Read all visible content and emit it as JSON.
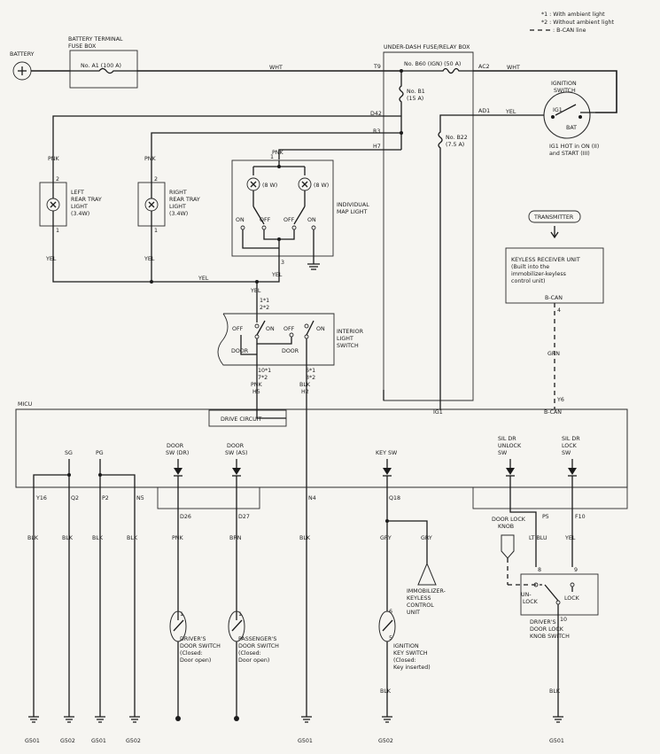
{
  "legend": {
    "n1": "*1 : With ambient light",
    "n2": "*2 : Without ambient light",
    "n3": ": B-CAN line"
  },
  "battery": "BATTERY",
  "fuse_box_term": {
    "l1": "BATTERY TERMINAL",
    "l2": "FUSE BOX",
    "fuse": "No. A1 (100 A)"
  },
  "relay_box": {
    "title": "UNDER-DASH FUSE/RELAY BOX",
    "b60": "No. B60 (IGN) (50 A)",
    "b1a": "No. B1",
    "b1b": "(15 A)",
    "b22a": "No. B22",
    "b22b": "(7.5 A)"
  },
  "ign": {
    "l1": "IGNITION",
    "l2": "SWITCH",
    "ig1": "IG1",
    "bat": "BAT",
    "n1": "IG1 HOT in ON (II)",
    "n2": "and START (III)"
  },
  "wires": {
    "wht1": "WHT",
    "wht2": "WHT",
    "yel_ad1": "YEL",
    "pnk_l": "PNK",
    "pnk_r": "PNK",
    "pnk_map": "PNK",
    "yel_l": "YEL",
    "yel_r": "YEL",
    "yel_bus": "YEL",
    "yel_map": "YEL",
    "yel_sw": "YEL",
    "grn": "GRN",
    "pnk_h5": "PNK",
    "blk_h2": "BLK",
    "blk_y16": "BLK",
    "blk_q2": "BLK",
    "blk_p2": "BLK",
    "blk_n5": "BLK",
    "pnk_d26": "PNK",
    "brn_d27": "BRN",
    "blk_n4": "BLK",
    "gry_q18": "GRY",
    "gry_imm": "GRY",
    "ltblu": "LT BLU",
    "yel_f10": "YEL",
    "blk_ign": "BLK",
    "blk_lock": "BLK"
  },
  "pins": {
    "t9": "T9",
    "ac2": "AC2",
    "ad1": "AD1",
    "d42": "D42",
    "r3": "R3",
    "h7": "H7",
    "p2l": "2",
    "p1l": "1",
    "p2r": "2",
    "p1r": "1",
    "pm1": "1",
    "pm3": "3",
    "s1": "1*1",
    "s2": "2*2",
    "s10": "10*1",
    "s7": "7*2",
    "s6": "6*1",
    "s3": "3*2",
    "h5": "H5",
    "h2": "H2",
    "y6": "Y6",
    "p4": "4",
    "y16": "Y16",
    "q2": "Q2",
    "p2": "P2",
    "n5": "N5",
    "d26": "D26",
    "d27": "D27",
    "n4": "N4",
    "q18": "Q18",
    "p5": "P5",
    "f10": "F10",
    "k8": "8",
    "k9": "9",
    "k10": "10",
    "ds1": "1",
    "ps1": "1",
    "ik6": "6",
    "ik5": "5"
  },
  "left_tray": {
    "l1": "LEFT",
    "l2": "REAR TRAY",
    "l3": "LIGHT",
    "l4": "(3.4W)"
  },
  "right_tray": {
    "l1": "RIGHT",
    "l2": "REAR TRAY",
    "l3": "LIGHT",
    "l4": "(3.4W)"
  },
  "map_light": {
    "l1": "INDIVIDUAL",
    "l2": "MAP LIGHT",
    "w1": "(8 W)",
    "w2": "(8 W)",
    "on1": "ON",
    "off1": "OFF",
    "off2": "OFF",
    "on2": "ON"
  },
  "interior_sw": {
    "l1": "INTERIOR",
    "l2": "LIGHT",
    "l3": "SWITCH",
    "off1": "OFF",
    "on1": "ON",
    "off2": "OFF",
    "on2": "ON",
    "door1": "DOOR",
    "door2": "DOOR"
  },
  "transmitter": "TRANSMITTER",
  "keyless": {
    "l1": "KEYLESS RECEIVER UNIT",
    "l2": "(Built into the",
    "l3": "immobilizer-keyless",
    "l4": "control unit)",
    "bcan": "B-CAN"
  },
  "micu": {
    "title": "MICU",
    "drive": "DRIVE CIRCUIT",
    "ig1": "IG1",
    "bcan": "B-CAN",
    "sg": "SG",
    "pg": "PG",
    "door_dr1": "DOOR",
    "door_dr2": "SW (DR)",
    "door_as1": "DOOR",
    "door_as2": "SW (AS)",
    "keysw": "KEY SW",
    "unl1": "SIL DR",
    "unl2": "UNLOCK",
    "unl3": "SW",
    "lck1": "SIL DR",
    "lck2": "LOCK",
    "lck3": "SW"
  },
  "door_lock_knob": {
    "l1": "DOOR LOCK",
    "l2": "KNOB",
    "un1": "UN-",
    "un2": "LOCK",
    "lock": "LOCK",
    "s1": "DRIVER'S",
    "s2": "DOOR LOCK",
    "s3": "KNOB SWITCH"
  },
  "immobilizer": {
    "l1": "IMMOBILIZER-",
    "l2": "KEYLESS",
    "l3": "CONTROL",
    "l4": "UNIT"
  },
  "drv_door": {
    "l1": "DRIVER'S",
    "l2": "DOOR SWITCH",
    "l3": "(Closed:",
    "l4": "Door open)"
  },
  "pas_door": {
    "l1": "PASSENGER'S",
    "l2": "DOOR SWITCH",
    "l3": "(Closed:",
    "l4": "Door open)"
  },
  "ign_key": {
    "l1": "IGNITION",
    "l2": "KEY SWITCH",
    "l3": "(Closed:",
    "l4": "Key inserted)"
  },
  "grounds": {
    "g1": "G501",
    "g2": "G502",
    "g3": "G501",
    "g4": "G502",
    "g5": "G501",
    "g6": "G502",
    "g7": "G501"
  }
}
